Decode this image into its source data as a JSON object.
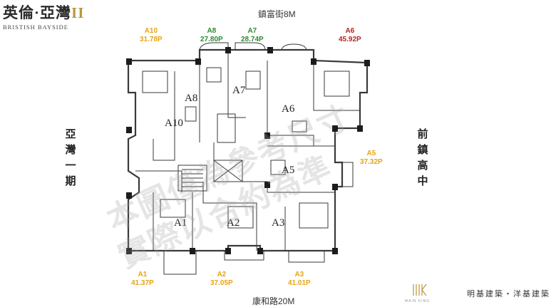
{
  "brand": {
    "title_main": "英倫·亞灣",
    "title_numeral": "II",
    "subtitle": "BRISTISH BAYSIDE"
  },
  "streets": {
    "top": "鎮富街8M",
    "bottom": "康和路20M"
  },
  "sides": {
    "left": [
      "亞",
      "灣",
      "一",
      "期"
    ],
    "right": [
      "前",
      "鎮",
      "高",
      "中"
    ]
  },
  "units": [
    {
      "name": "A10",
      "area": "31.78P",
      "color": "#e8a317"
    },
    {
      "name": "A8",
      "area": "27.80P",
      "color": "#2e8b2e"
    },
    {
      "name": "A7",
      "area": "28.74P",
      "color": "#2e8b2e"
    },
    {
      "name": "A6",
      "area": "45.92P",
      "color": "#b3261e"
    },
    {
      "name": "A5",
      "area": "37.32P",
      "color": "#e8a317"
    },
    {
      "name": "A1",
      "area": "41.37P",
      "color": "#e8a317"
    },
    {
      "name": "A2",
      "area": "37.05P",
      "color": "#e8a317"
    },
    {
      "name": "A3",
      "area": "41.01P",
      "color": "#e8a317"
    }
  ],
  "plan_labels": [
    "A10",
    "A8",
    "A7",
    "A6",
    "A5",
    "A1",
    "A2",
    "A3"
  ],
  "watermark": {
    "line1": "本圖僅為參考尺寸",
    "line2": "實際以合約為準"
  },
  "builders": "明基建築・洋基建築",
  "builder_brand": "MAIN KING"
}
